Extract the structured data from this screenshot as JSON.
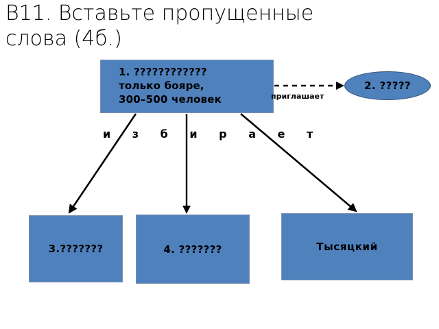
{
  "slide": {
    "title": "B11. Вставьте пропущенные слова (4б.)",
    "background_color": "#ffffff",
    "shape_fill_color": "#4F81BD",
    "text_color": "#000000"
  },
  "diagram": {
    "top_box": {
      "label": "1.  ????????????\nтолько бояре,\n 300–500 человек"
    },
    "ellipse": {
      "label": "2. ?????"
    },
    "connector_label": "приглашает",
    "verb_label": "и з б и р а е т",
    "bottom_boxes": [
      {
        "label": "3.???????"
      },
      {
        "label": "4. ???????"
      },
      {
        "label": "Тысяцкий"
      }
    ]
  }
}
